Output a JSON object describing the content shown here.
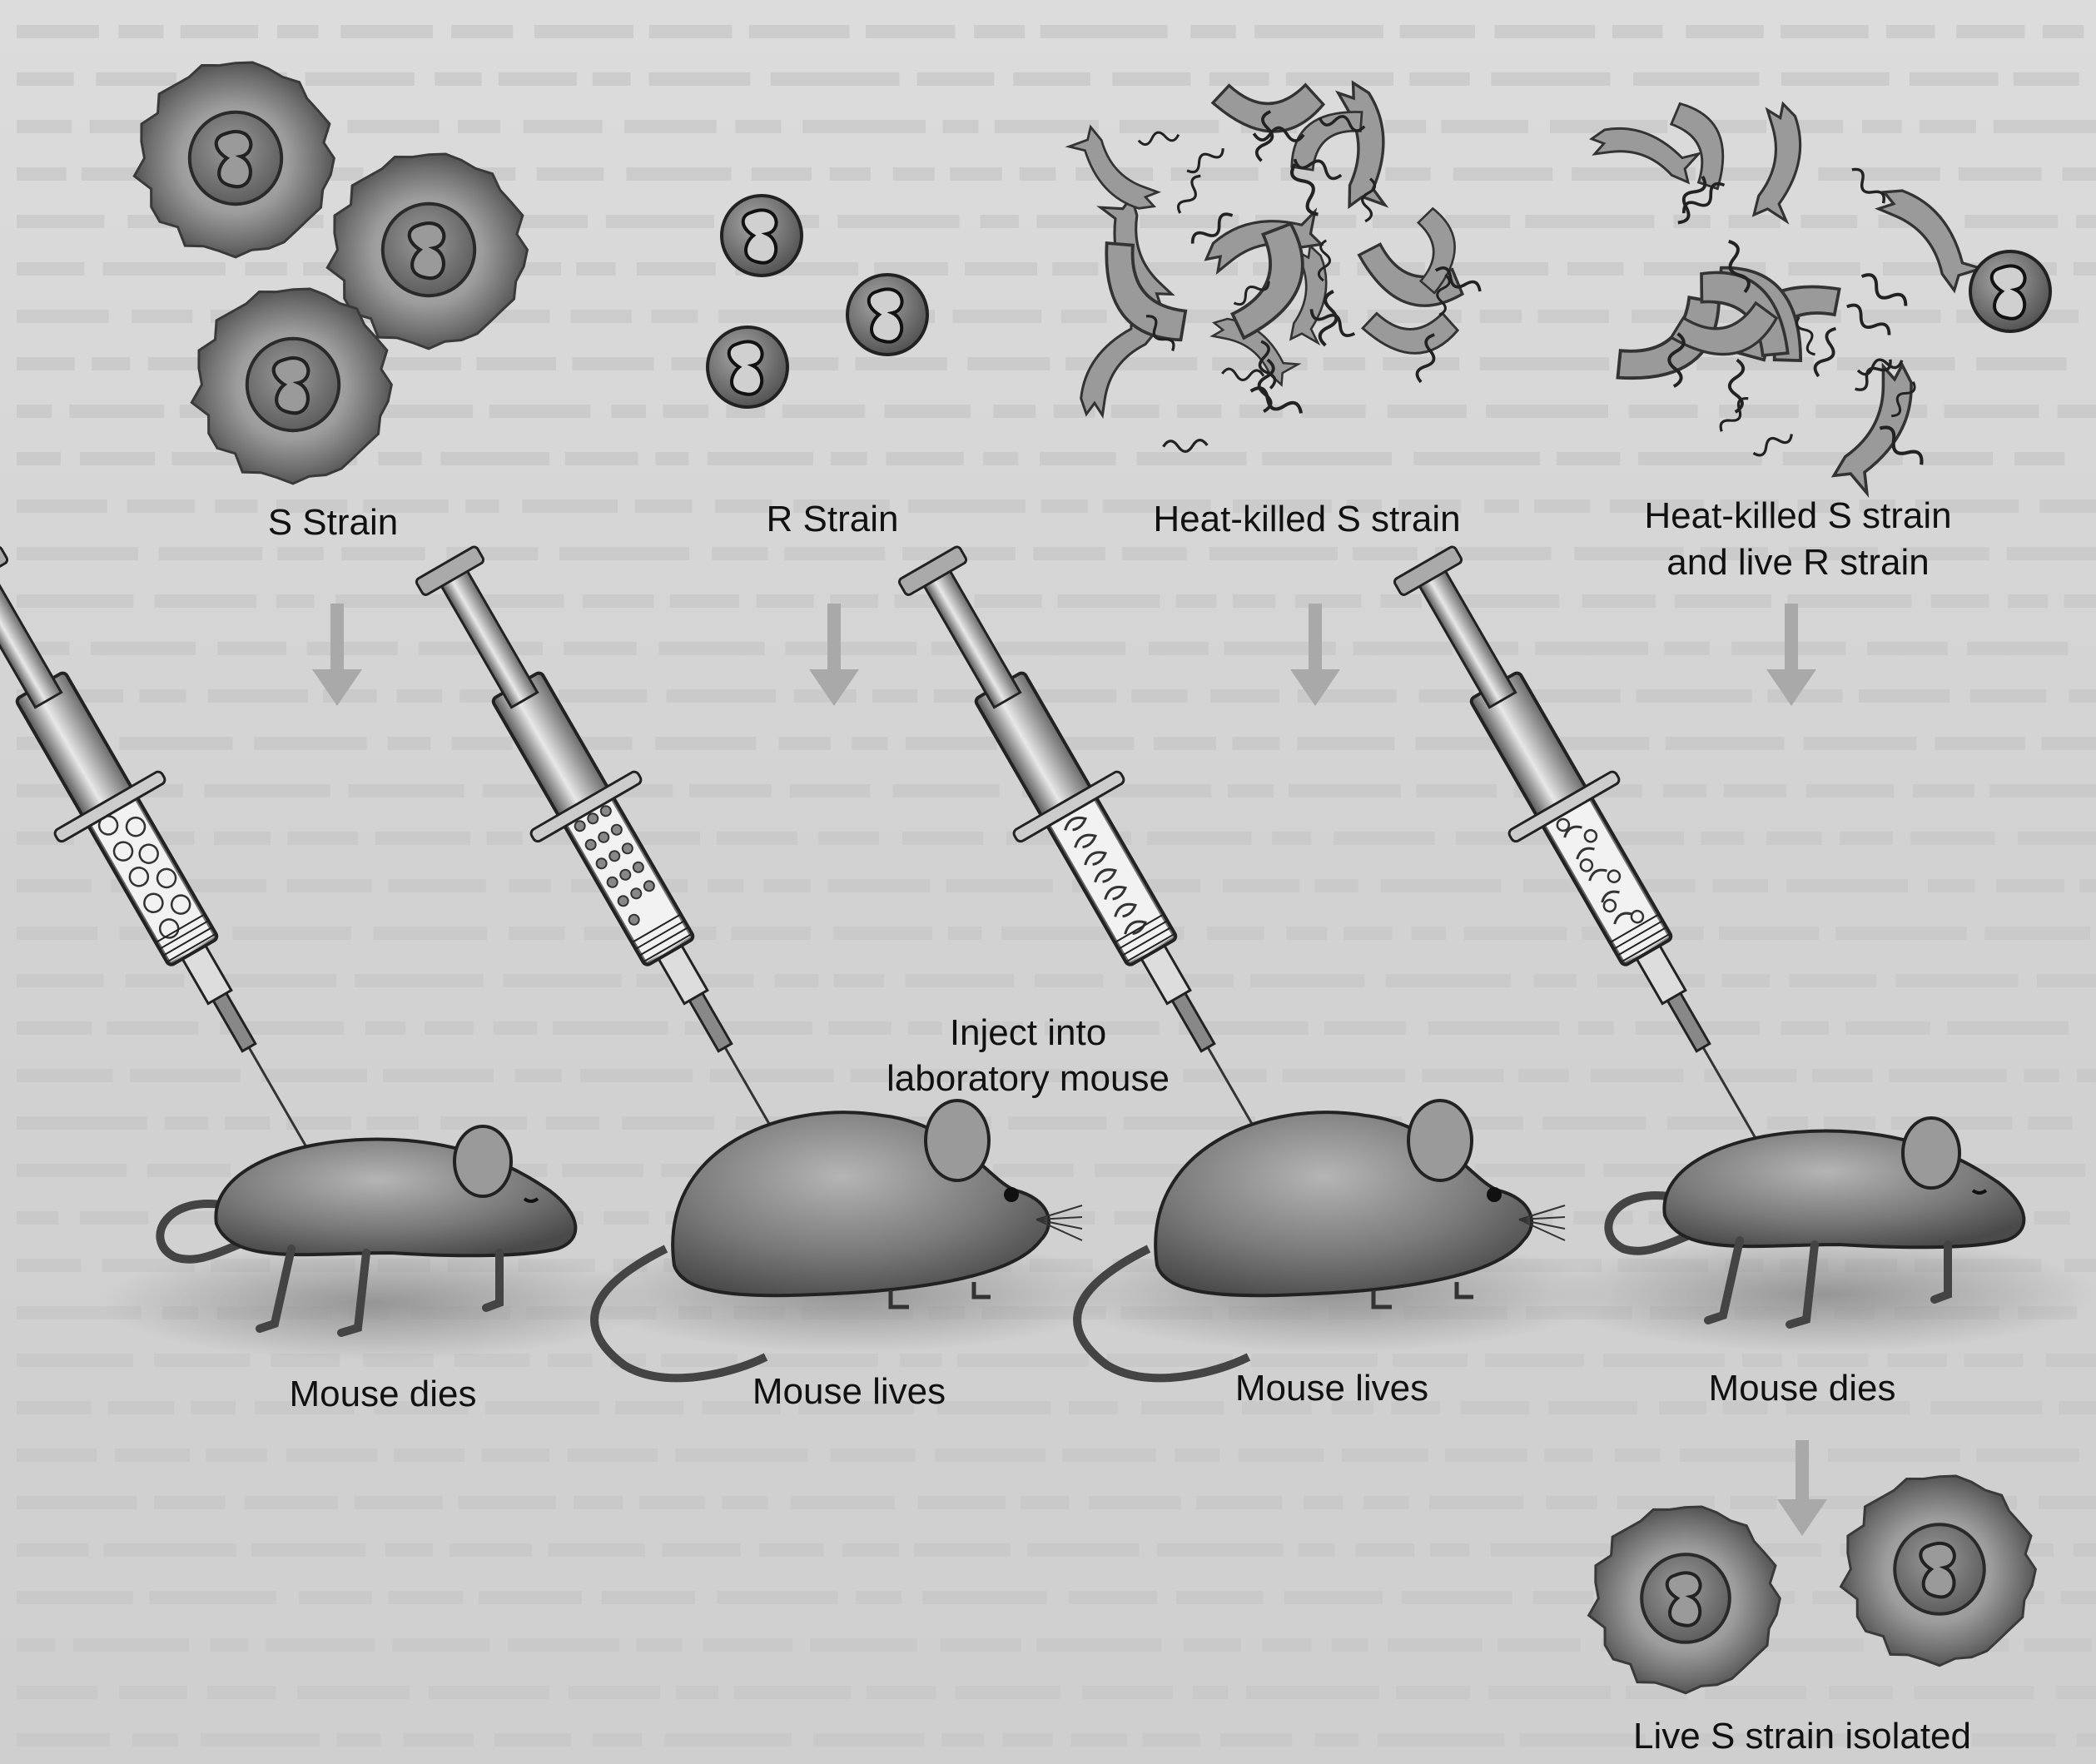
{
  "panels": [
    {
      "strain_label": "S Strain",
      "outcome": "Mouse dies"
    },
    {
      "strain_label": "R Strain",
      "outcome": "Mouse lives"
    },
    {
      "strain_label": "Heat-killed S strain",
      "outcome": "Mouse lives"
    },
    {
      "strain_label": "Heat-killed S strain",
      "strain_label_line2": "and live R strain",
      "outcome": "Mouse dies"
    }
  ],
  "inject_label": {
    "line1": "Inject into",
    "line2": "laboratory mouse"
  },
  "result_label": "Live S strain isolated",
  "colors": {
    "background": "#d6d6d6",
    "cell_body": "#8a8a8a",
    "debris": "#9a9a9a",
    "ink": "#111111",
    "arrow": "#a9a9a9"
  }
}
